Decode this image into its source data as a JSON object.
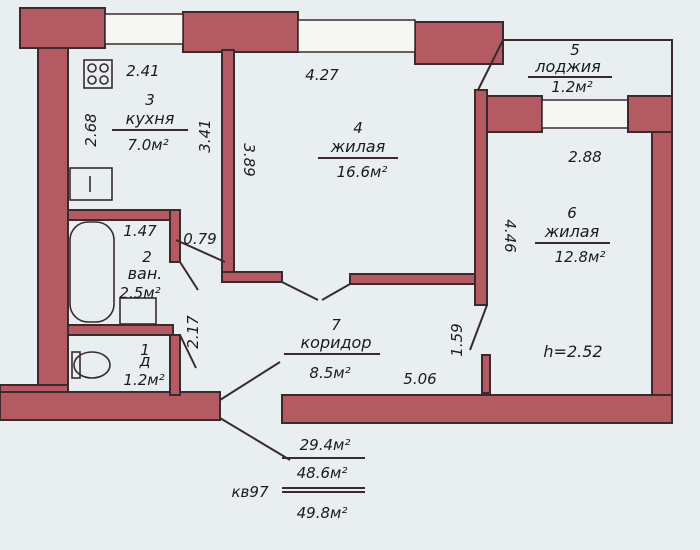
{
  "rooms": {
    "kitchen": {
      "number": "3",
      "name": "кухня",
      "area": "7.0м²"
    },
    "living1": {
      "number": "4",
      "name": "жилая",
      "area": "16.6м²"
    },
    "loggia": {
      "number": "5",
      "name": "лоджия",
      "area": "1.2м²"
    },
    "living2": {
      "number": "6",
      "name": "жилая",
      "area": "12.8м²"
    },
    "bath": {
      "number": "2",
      "name": "ван.",
      "area": "2.5м²"
    },
    "wc": {
      "number": "1",
      "name": "д",
      "area": "1.2м²"
    },
    "corridor": {
      "number": "7",
      "name": "коридор",
      "area": "8.5м²"
    }
  },
  "dimensions": {
    "kitchen_width": "2.41",
    "kitchen_left": "2.68",
    "kitchen_right": "3.41",
    "living1_width": "4.27",
    "living1_left": "3.89",
    "living2_width": "2.88",
    "living2_left": "4.46",
    "bath_width": "1.47",
    "bath_door": "0.79",
    "wc_height": "2.17",
    "corridor_left": "1.59",
    "corridor_width": "5.06"
  },
  "ceiling_height": "h=2.52",
  "totals": {
    "apartment": "кв97",
    "living": "29.4м²",
    "total": "48.6м²",
    "total_with_loggia": "49.8м²"
  },
  "colors": {
    "wall": "#b45a62",
    "paper": "#e9eef0",
    "ink": "#1a1a22"
  }
}
